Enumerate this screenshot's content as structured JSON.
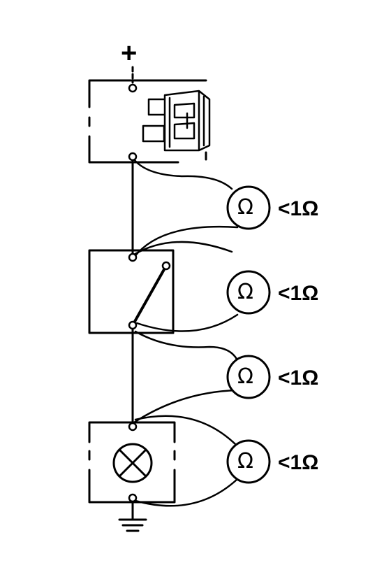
{
  "supply_symbol": "+",
  "meters": [
    {
      "symbol": "Ω",
      "reading": "<1Ω"
    },
    {
      "symbol": "Ω",
      "reading": "<1Ω"
    },
    {
      "symbol": "Ω",
      "reading": "<1Ω"
    },
    {
      "symbol": "Ω",
      "reading": "<1Ω"
    }
  ],
  "colors": {
    "line": "#000000",
    "background": "#ffffff",
    "fuse_fill": "#ffffff"
  }
}
